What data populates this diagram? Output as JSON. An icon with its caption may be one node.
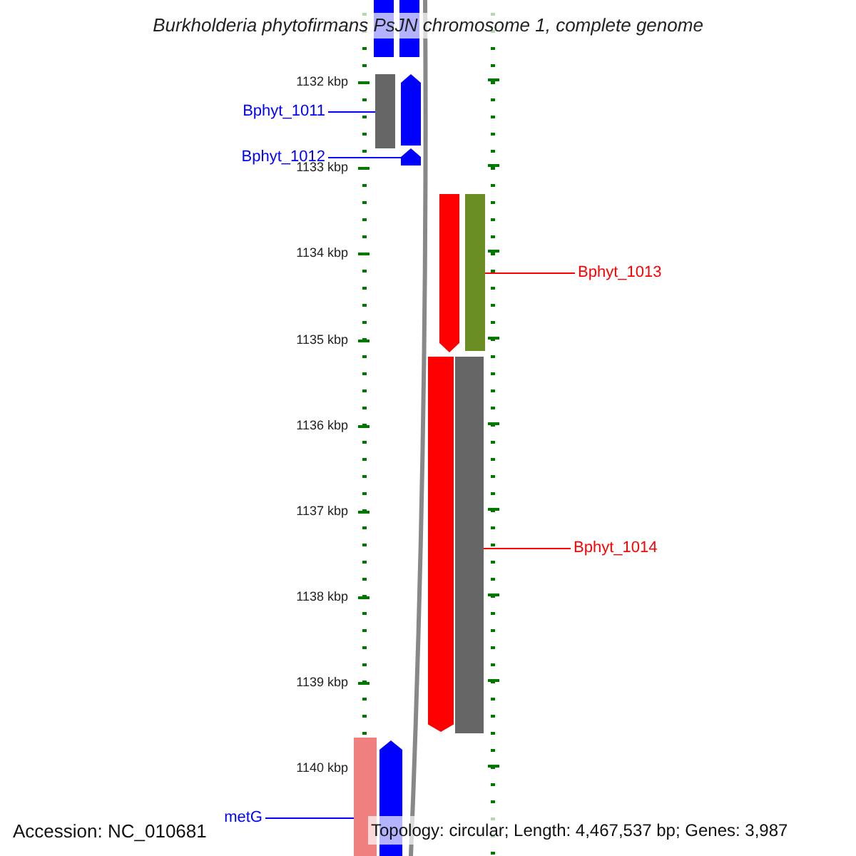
{
  "diagram": {
    "title": "Burkholderia phytofirmans PsJN chromosome 1, complete genome",
    "nodes": [
      {
        "text": [],
        "shape": "bar"
      },
      {
        "text": [],
        "shape": "bar"
      },
      {
        "text": [
          "Bphyt_1011"
        ]
      },
      {
        "text": [],
        "shape": "bar"
      },
      {
        "text": [],
        "shape": "bar"
      },
      {
        "text": [
          "Bphyt_1012"
        ]
      },
      {
        "text": [],
        "shape": "bar"
      },
      {
        "text": [],
        "shape": "bar"
      },
      {
        "text": [],
        "shape": "bar"
      },
      {
        "text": [
          "Bphyt_1013"
        ]
      },
      {
        "text": [],
        "shape": "bar"
      },
      {
        "text": [],
        "shape": "bar"
      },
      {
        "text": [
          "Bphyt_1014"
        ]
      },
      {
        "text": [],
        "shape": "bar"
      },
      {
        "text": [],
        "shape": "bar"
      },
      {
        "text": [
          "metG"
        ]
      }
    ],
    "edges": [
      {
        "from": 2,
        "to": 3,
        "arrow": "none"
      },
      {
        "from": 5,
        "to": 6,
        "arrow": "none"
      },
      {
        "from": 9,
        "to": 8,
        "arrow": "none",
        "color": "#ff0000"
      },
      {
        "from": 12,
        "to": 11,
        "arrow": "none",
        "color": "#ff0000"
      },
      {
        "from": 15,
        "to": 13,
        "arrow": "none"
      }
    ],
    "labels": [
      "1132 kbp",
      "1133 kbp",
      "1134 kbp",
      "1135 kbp",
      "1136 kbp",
      "1137 kbp",
      "1138 kbp",
      "1139 kbp",
      "1140 kbp",
      "Accession: NC_010681",
      "Topology: circular; Length: 4,467,537 bp; Genes: 3,987"
    ]
  }
}
